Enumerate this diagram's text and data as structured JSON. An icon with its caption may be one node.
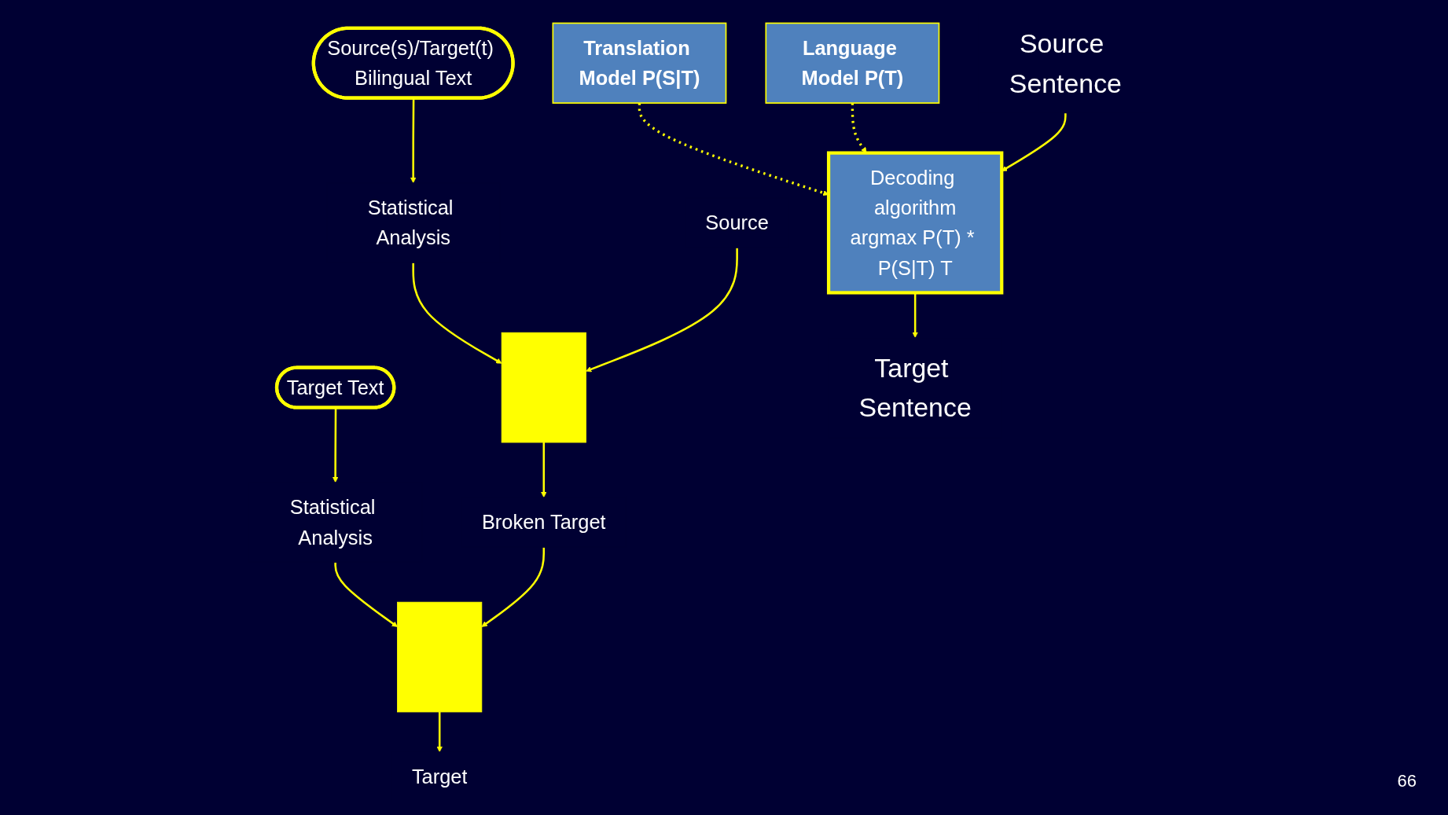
{
  "diagram": {
    "nodes": [
      {
        "text": [
          "Source(s)/Target(t) Bilingual Text"
        ]
      },
      {
        "text": [
          "Target Text"
        ]
      },
      {
        "text": [
          "Statistical Analysis"
        ]
      },
      {
        "text": [
          "Statistical Analysis"
        ]
      },
      {
        "text": [
          "Source"
        ]
      },
      {
        "text": [],
        "shape": "box"
      },
      {
        "text": [
          "Broken Target"
        ]
      },
      {
        "text": [],
        "shape": "box"
      },
      {
        "text": [
          "Target"
        ]
      },
      {
        "text": [
          "Translation Model P(S|T)"
        ]
      },
      {
        "text": [
          "Language Model P(T)"
        ]
      },
      {
        "text": [
          "Source Sentence"
        ]
      },
      {
        "text": [
          "Decoding algorithm",
          "argmax P(T) * P(S|T) T"
        ]
      },
      {
        "text": [
          "Target Sentence"
        ]
      }
    ],
    "edges": [
      {
        "from": 0,
        "to": 2,
        "arrow": "to"
      },
      {
        "from": 2,
        "to": 5,
        "arrow": "to"
      },
      {
        "from": 1,
        "to": 3,
        "arrow": "to"
      },
      {
        "from": 3,
        "to": 7,
        "arrow": "to"
      },
      {
        "from": 4,
        "to": 5,
        "arrow": "to"
      },
      {
        "from": 5,
        "to": 6,
        "arrow": "to"
      },
      {
        "from": 6,
        "to": 7,
        "arrow": "to"
      },
      {
        "from": 7,
        "to": 8,
        "arrow": "to"
      },
      {
        "from": 9,
        "to": 12,
        "arrow": "to",
        "style": "dashed"
      },
      {
        "from": 10,
        "to": 12,
        "arrow": "to",
        "style": "dashed"
      },
      {
        "from": 11,
        "to": 12,
        "arrow": "to"
      },
      {
        "from": 12,
        "to": 13,
        "arrow": "to"
      }
    ],
    "labels": [
      "66"
    ]
  }
}
